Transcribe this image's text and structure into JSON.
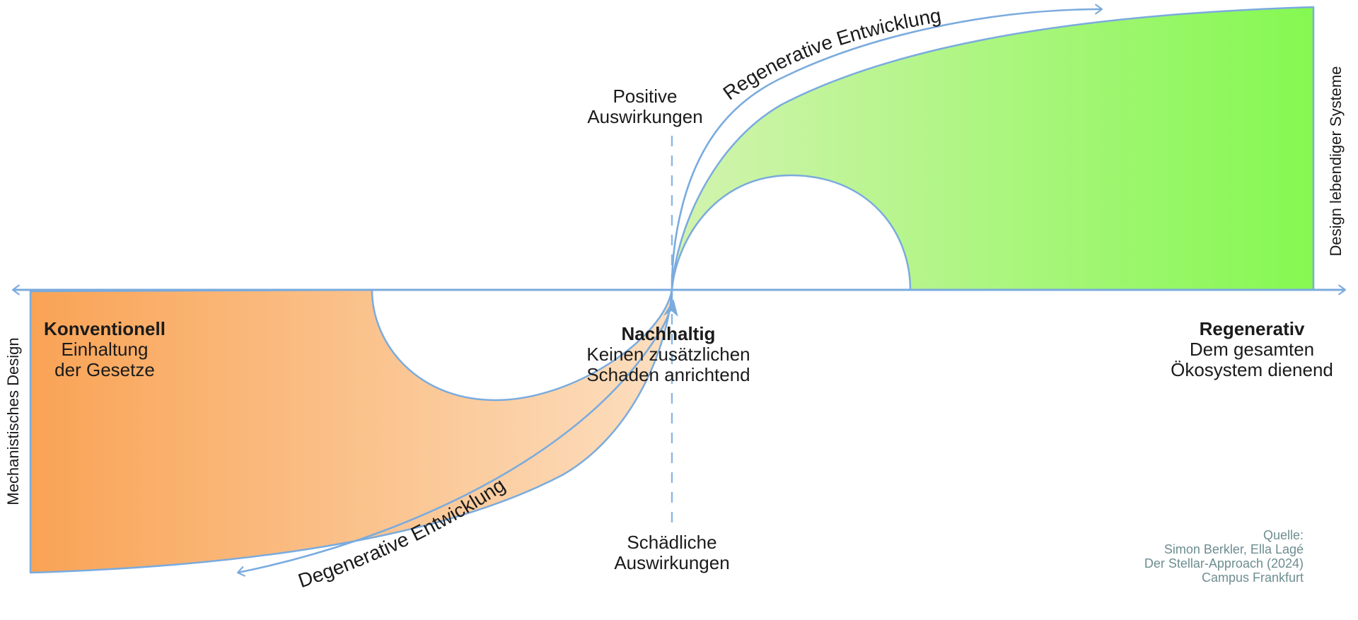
{
  "diagram": {
    "type": "regenerative-design-spectrum",
    "axis_side_labels": {
      "left": "Mechanistisches Design",
      "right": "Design lebendiger Systeme"
    },
    "vertical_axis_labels": {
      "top": {
        "line1": "Positive",
        "line2": "Auswirkungen"
      },
      "bottom": {
        "line1": "Schädliche",
        "line2": "Auswirkungen"
      }
    },
    "stages": {
      "konventionell": {
        "title": "Konventionell",
        "line1": "Einhaltung",
        "line2": "der Gesetze"
      },
      "nachhaltig": {
        "title": "Nachhaltig",
        "line1": "Keinen zusätzlichen",
        "line2": "Schaden anrichtend"
      },
      "regenerativ": {
        "title": "Regenerativ",
        "line1": "Dem gesamten",
        "line2": "Ökosystem dienend"
      }
    },
    "arrows": {
      "regenerative": "Regenerative Entwicklung",
      "degenerative": "Degenerative Entwicklung"
    },
    "source": {
      "line1": "Quelle:",
      "line2": "Simon Berkler, Ella Lagé",
      "line3": "Der Stellar-Approach (2024)",
      "line4": "Campus Frankfurt"
    },
    "colors": {
      "stroke_blue": "#7aabde",
      "dashed_blue": "#8ab7e6",
      "green_saturated": "#85f851",
      "green_pale": "#d3f3af",
      "orange_saturated": "#f9a355",
      "orange_pale": "#fcdfc0",
      "text_dark": "#1b1b1b",
      "source_gray": "#6d8d90"
    }
  }
}
